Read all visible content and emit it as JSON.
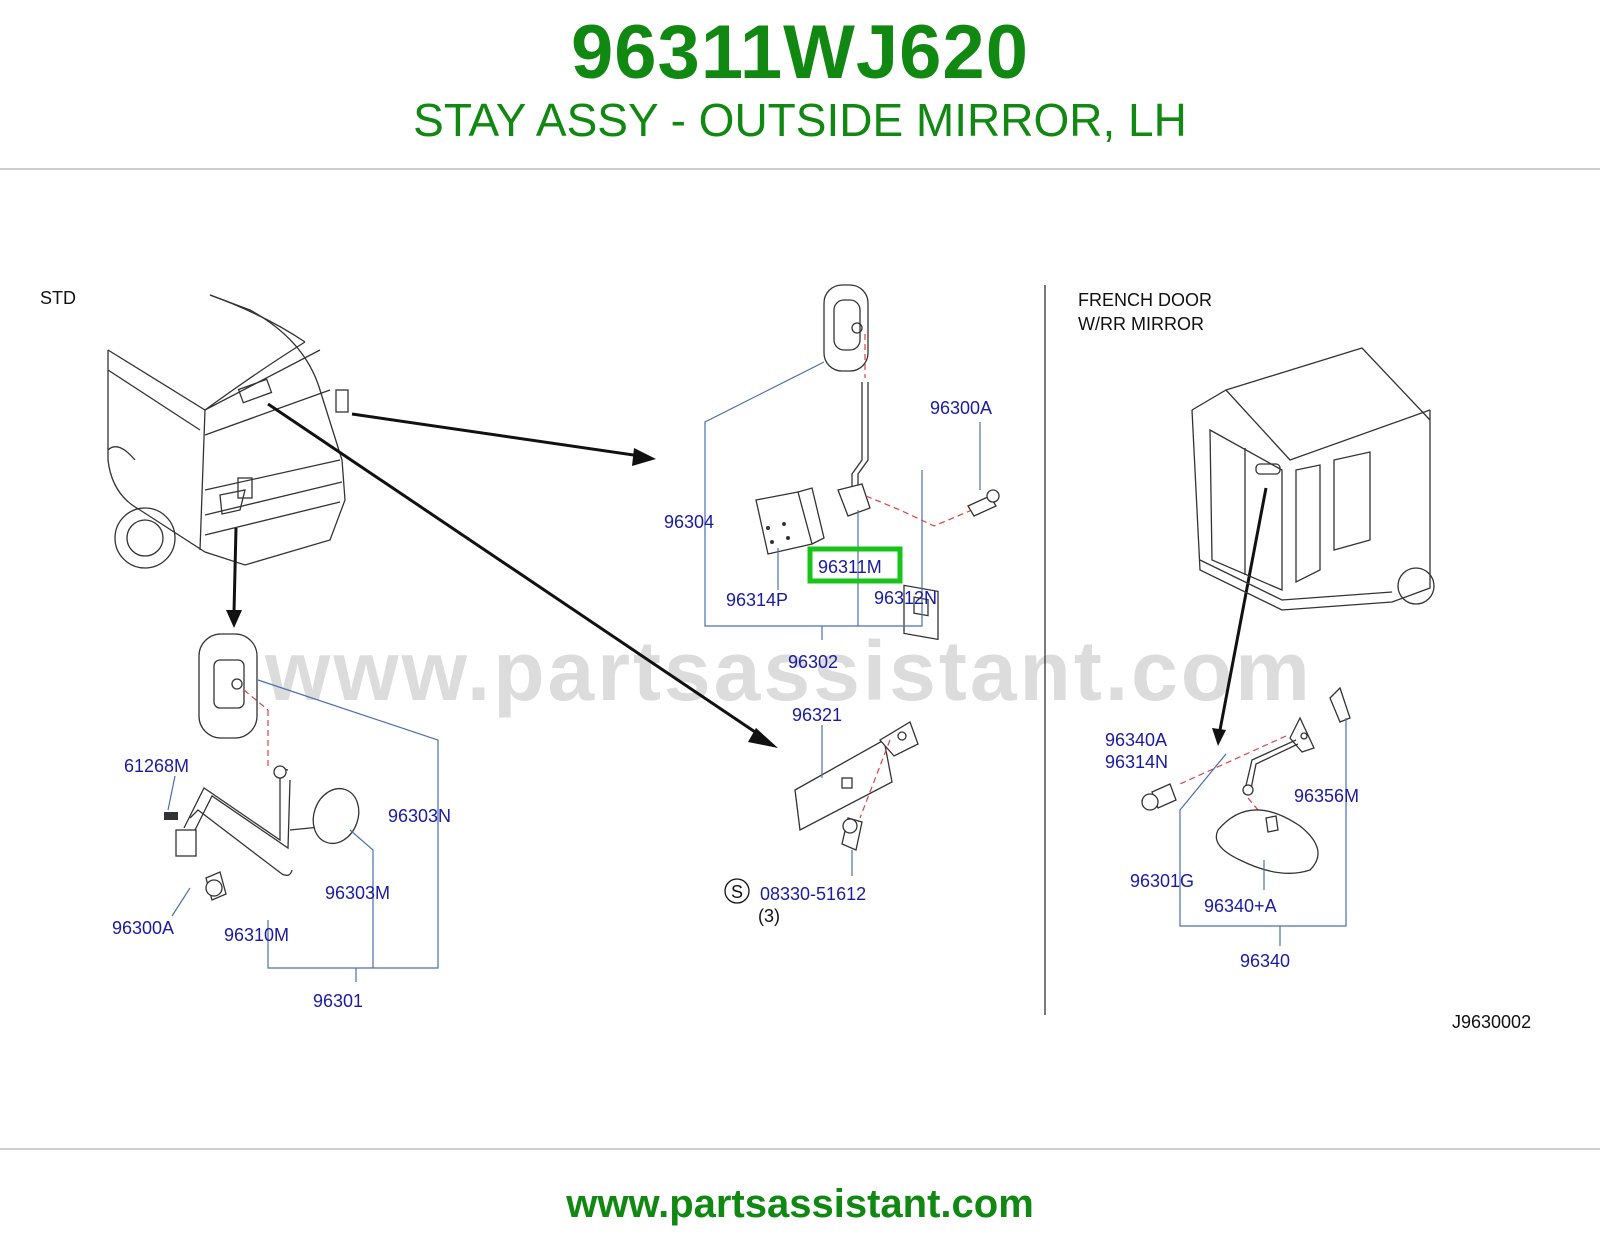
{
  "header": {
    "part_number": "96311WJ620",
    "part_name": "STAY ASSY - OUTSIDE MIRROR, LH"
  },
  "diagram": {
    "watermark": "www.partsassistant.com",
    "std_label": "STD",
    "french_door_line1": "FRENCH   DOOR",
    "french_door_line2": "W/RR   MIRROR",
    "figure_code": "J9630002",
    "screw_symbol": "S",
    "screw_qty": "(3)",
    "highlighted_part": "96311M",
    "labels": {
      "p96304": "96304",
      "p96300A_top": "96300A",
      "p96311M": "96311M",
      "p96314P": "96314P",
      "p96312N": "96312N",
      "p96302": "96302",
      "p96321": "96321",
      "p08330": "08330-51612",
      "p61268M": "61268M",
      "p96303N": "96303N",
      "p96303M": "96303M",
      "p96300A_bottom": "96300A",
      "p96310M": "96310M",
      "p96301": "96301",
      "p96340A": "96340A",
      "p96314N": "96314N",
      "p96356M": "96356M",
      "p96301G": "96301G",
      "p96340plusA": "96340+A",
      "p96340": "96340"
    },
    "colors": {
      "label": "#1a1aa8",
      "leader": "#4a6fb0",
      "highlight": "#19c419",
      "brand": "#118811"
    }
  },
  "footer": {
    "url": "www.partsassistant.com"
  }
}
